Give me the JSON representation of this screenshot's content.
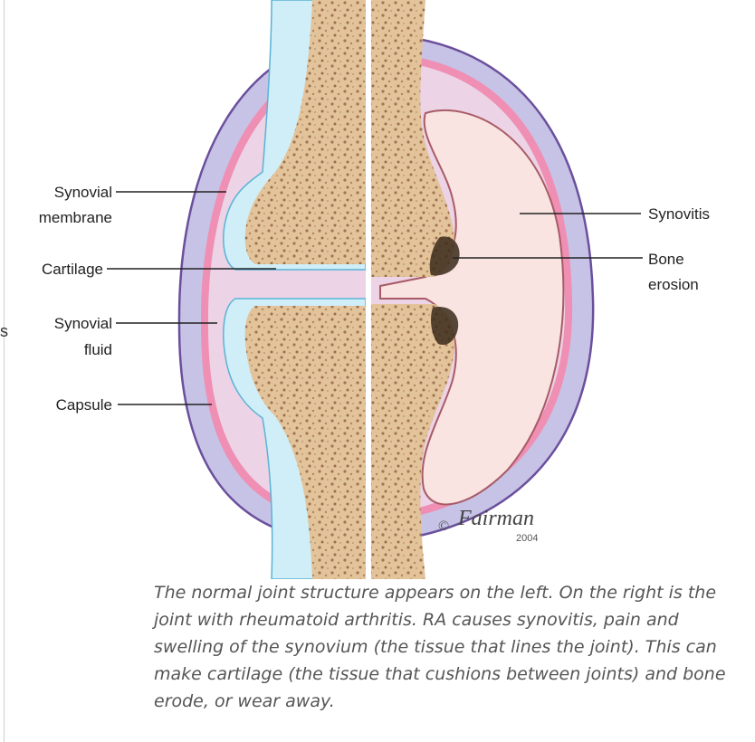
{
  "labels": {
    "synovial_membrane": [
      "Synovial",
      "membrane"
    ],
    "cartilage": "Cartilage",
    "synovial_fluid": [
      "Synovial",
      "fluid"
    ],
    "capsule": "Capsule",
    "synovitis": "Synovitis",
    "bone_erosion": [
      "Bone",
      "erosion"
    ]
  },
  "signature": {
    "copyright": "©",
    "artist": "Fairman",
    "year": "2004"
  },
  "left_edge_fragment": "s",
  "caption": "The normal joint structure appears on the left. On the right is the joint with rheumatoid arthritis. RA causes synovitis, pain and swelling of the synovium (the tissue that lines the joint). This can make cartilage (the tissue that cushions between joints) and bone erode, or wear away.",
  "colors": {
    "capsule": "#c7c3e6",
    "capsule_outline": "#6b4f9c",
    "membrane": "#ef8fb3",
    "fluid": "#ecd3e6",
    "bone": "#e3c39a",
    "bone_texture": "#8a5a3a",
    "cartilage": "#cfeef7",
    "synovitis": "#f9e4e2",
    "erosion": "#3a2a1a"
  }
}
